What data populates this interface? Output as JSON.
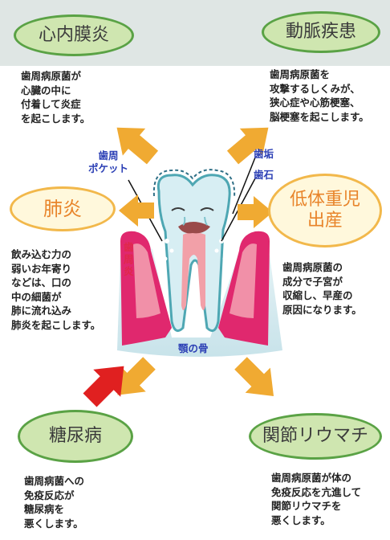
{
  "colors": {
    "green_fill": "#cfe6b0",
    "green_border": "#5aa245",
    "yellow_fill": "#fff8dc",
    "yellow_border": "#f2b84b",
    "arrow_orange": "#f0aa32",
    "arrow_red": "#e02020",
    "gum_pink": "#e0286e",
    "tooth_blue": "#7fc3cc",
    "label_blue": "#2b3fb5",
    "label_red": "#e0284a"
  },
  "diseases": {
    "endocarditis": {
      "name": "心内膜炎",
      "desc": "歯周病原菌が\n心臓の中に\n付着して炎症\nを起こします。"
    },
    "arterial": {
      "name": "動脈疾患",
      "desc": "歯周病原菌を\n攻撃するしくみが、\n狭心症や心筋梗塞、\n脳梗塞を起こします。"
    },
    "pneumonia": {
      "name": "肺炎",
      "desc": "飲み込む力の\n弱いお年寄り\nなどは、口の\n中の細菌が\n肺に流れ込み\n肺炎を起こします。"
    },
    "low_birth_weight": {
      "name": "低体重児\n出産",
      "desc": "歯周病原菌の\n成分で子宮が\n収縮し、早産の\n原因になります。"
    },
    "diabetes": {
      "name": "糖尿病",
      "desc": "歯周病菌への\n免疫反応が\n糖尿病を\n悪くします。"
    },
    "rheumatism": {
      "name": "関節リウマチ",
      "desc": "歯周病原菌が体の\n免疫反応を亢進して\n関節リウマチを\n悪くします。"
    }
  },
  "tooth_labels": {
    "pocket": "歯周\nポケット",
    "plaque": "歯垢",
    "tartar": "歯石",
    "periodontitis": "歯\n周\n炎",
    "jawbone": "顎の骨"
  }
}
